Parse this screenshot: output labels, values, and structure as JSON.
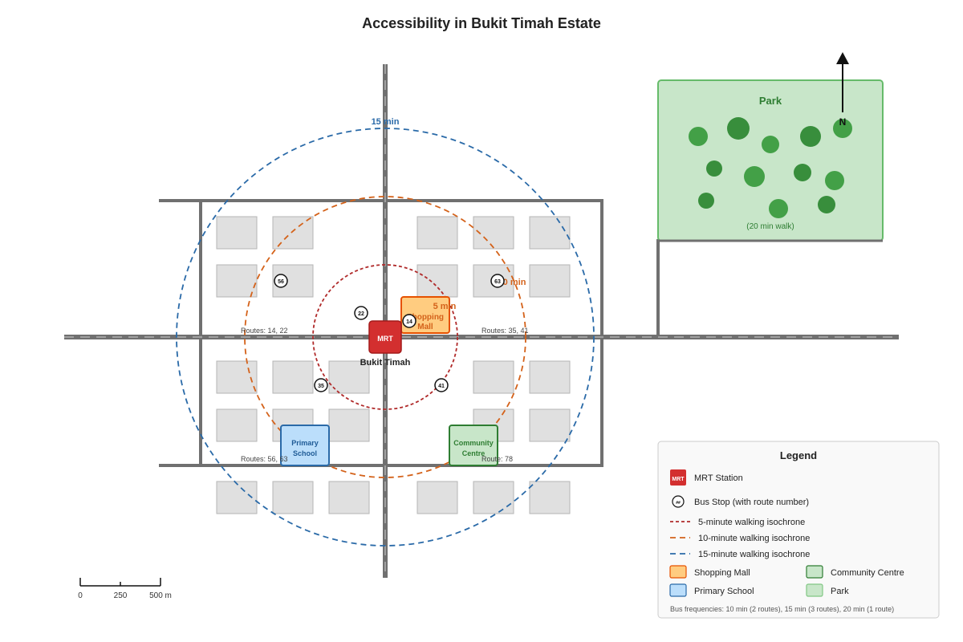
{
  "title": "Accessibility in Bukit Timah Estate",
  "isochrones": {
    "five": {
      "label": "5 min",
      "color": "#b02a2a"
    },
    "ten": {
      "label": "10 min",
      "color": "#d4621a"
    },
    "fifteen": {
      "label": "15 min",
      "color": "#2a6aa8"
    }
  },
  "mrt": {
    "badge": "MRT",
    "name": "Bukit Timah",
    "color": "#d32f2f"
  },
  "shopping_mall": {
    "label_line1": "Shopping",
    "label_line2": "Mall"
  },
  "primary_school": {
    "label_line1": "Primary",
    "label_line2": "School"
  },
  "community_centre": {
    "label_line1": "Community",
    "label_line2": "Centre"
  },
  "park": {
    "label": "Park",
    "note": "(20 min walk)"
  },
  "north_label": "N",
  "bus_stops": [
    "56",
    "63",
    "22",
    "14",
    "35",
    "41"
  ],
  "route_labels": {
    "nw": "Routes: 14, 22",
    "ne": "Routes: 35, 41",
    "sw": "Routes: 56, 63",
    "se": "Route: 78"
  },
  "scale_bar": {
    "ticks": [
      "0",
      "250",
      "500 m"
    ]
  },
  "legend": {
    "title": "Legend",
    "mrt_badge": "MRT",
    "mrt": "MRT Station",
    "bus_badge": "##",
    "bus": "Bus Stop (with route number)",
    "iso5": "5-minute walking isochrone",
    "iso10": "10-minute walking isochrone",
    "iso15": "15-minute walking isochrone",
    "mall": "Shopping Mall",
    "community": "Community Centre",
    "school": "Primary School",
    "park": "Park",
    "footnote": "Bus frequencies: 10 min (2 routes), 15 min (3 routes), 20 min (1 route)"
  }
}
